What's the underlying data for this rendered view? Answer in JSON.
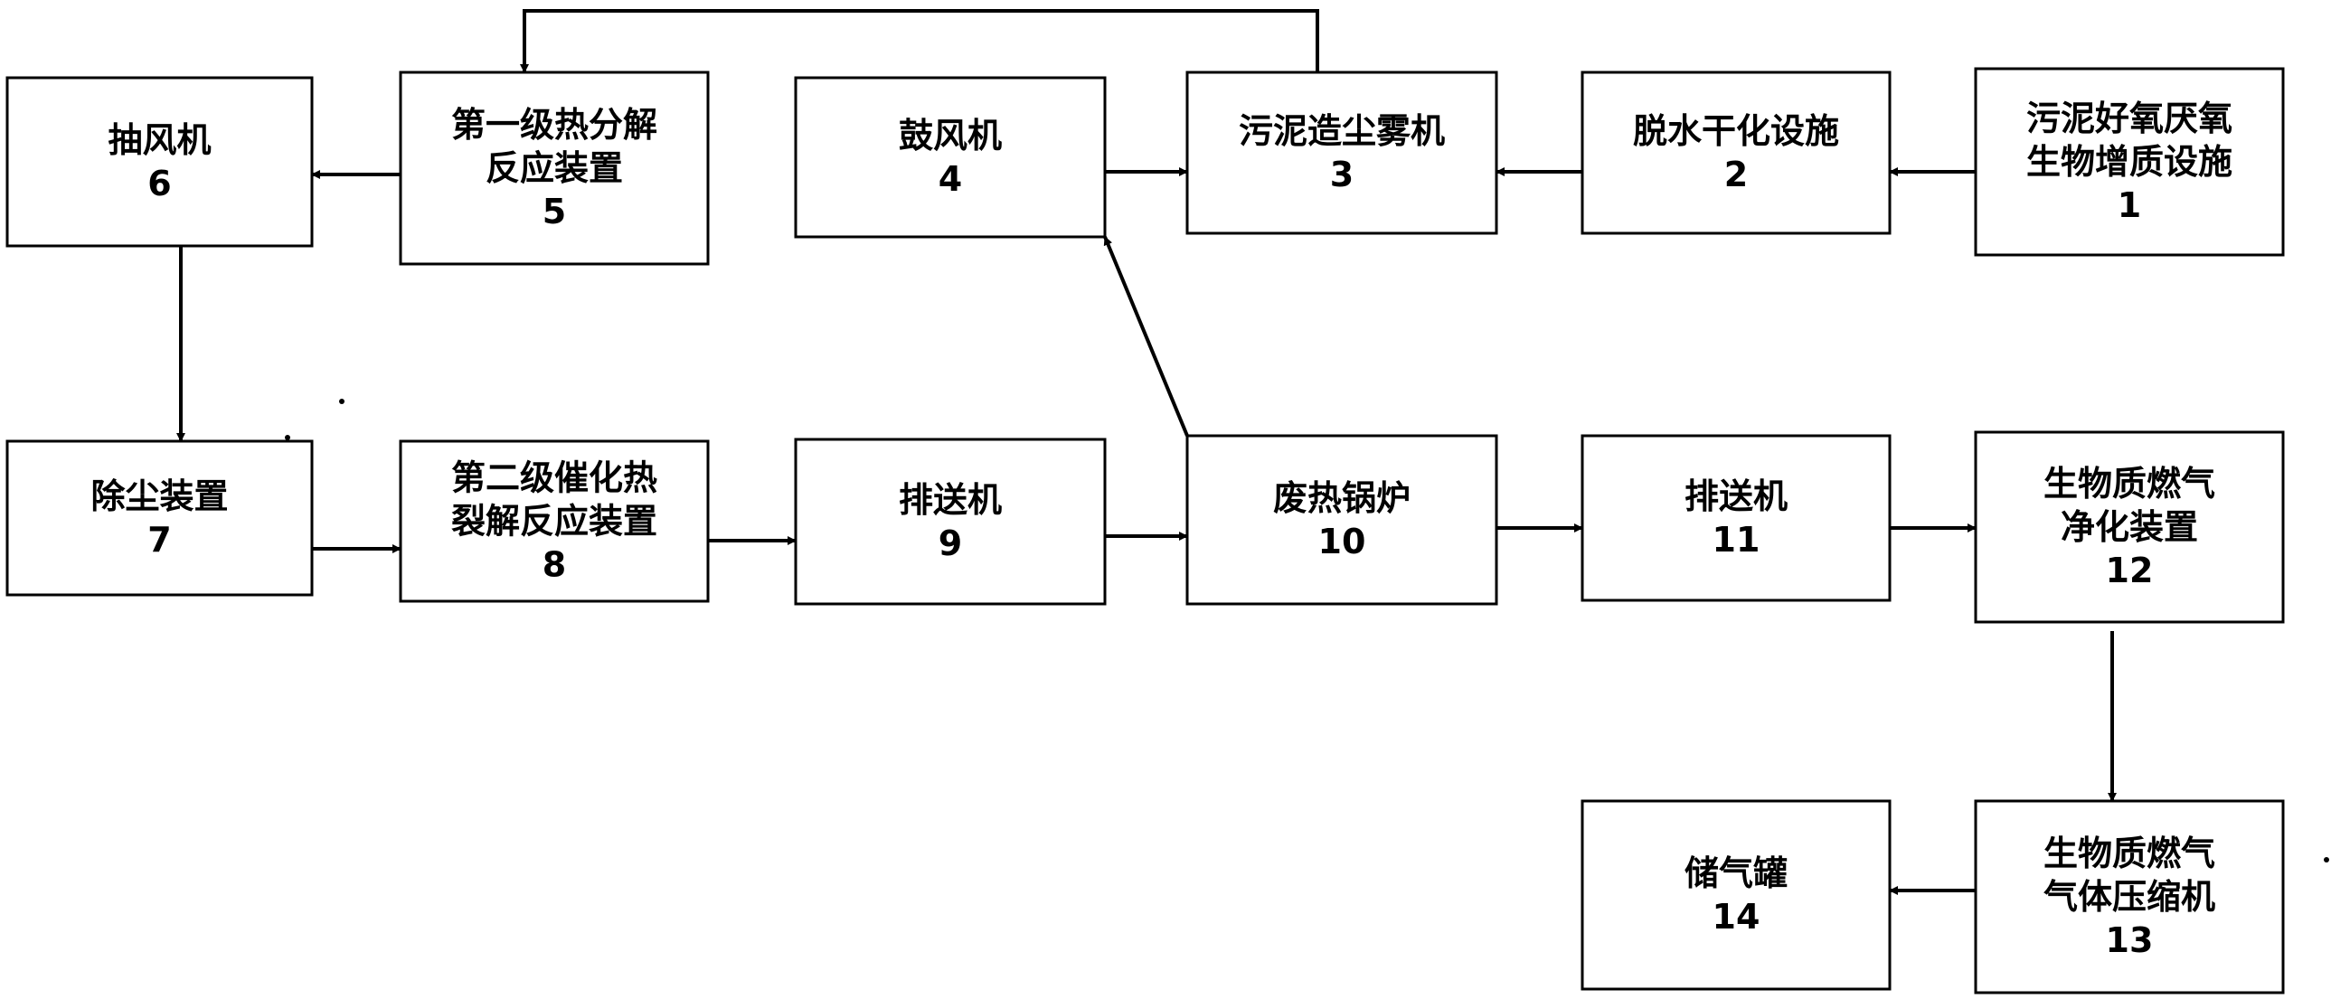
{
  "nodes": [
    {
      "id": 1,
      "lines": [
        "污泥好氧厌氧",
        "生物增质设施"
      ],
      "num": "1"
    },
    {
      "id": 2,
      "lines": [
        "脱水干化设施"
      ],
      "num": "2"
    },
    {
      "id": 3,
      "lines": [
        "污泥造尘雾机"
      ],
      "num": "3"
    },
    {
      "id": 4,
      "lines": [
        "鼓风机"
      ],
      "num": "4"
    },
    {
      "id": 5,
      "lines": [
        "第一级热分解",
        "反应装置"
      ],
      "num": "5"
    },
    {
      "id": 6,
      "lines": [
        "抽风机"
      ],
      "num": "6"
    },
    {
      "id": 7,
      "lines": [
        "除尘装置"
      ],
      "num": "7"
    },
    {
      "id": 8,
      "lines": [
        "第二级催化热",
        "裂解反应装置"
      ],
      "num": "8"
    },
    {
      "id": 9,
      "lines": [
        "排送机"
      ],
      "num": "9"
    },
    {
      "id": 10,
      "lines": [
        "废热锅炉"
      ],
      "num": "10"
    },
    {
      "id": 11,
      "lines": [
        "排送机"
      ],
      "num": "11"
    },
    {
      "id": 12,
      "lines": [
        "生物质燃气",
        "净化装置"
      ],
      "num": "12"
    },
    {
      "id": 13,
      "lines": [
        "生物质燃气",
        "气体压缩机"
      ],
      "num": "13"
    },
    {
      "id": 14,
      "lines": [
        "储气罐"
      ],
      "num": "14"
    }
  ],
  "edges": [
    {
      "from": 1,
      "to": 2
    },
    {
      "from": 2,
      "to": 3
    },
    {
      "from": 4,
      "to": 3
    },
    {
      "from": 3,
      "to": 5
    },
    {
      "from": 5,
      "to": 6
    },
    {
      "from": 6,
      "to": 7
    },
    {
      "from": 7,
      "to": 8
    },
    {
      "from": 8,
      "to": 9
    },
    {
      "from": 9,
      "to": 10
    },
    {
      "from": 10,
      "to": 4
    },
    {
      "from": 10,
      "to": 11
    },
    {
      "from": 11,
      "to": 12
    },
    {
      "from": 12,
      "to": 13
    },
    {
      "from": 13,
      "to": 14
    }
  ]
}
